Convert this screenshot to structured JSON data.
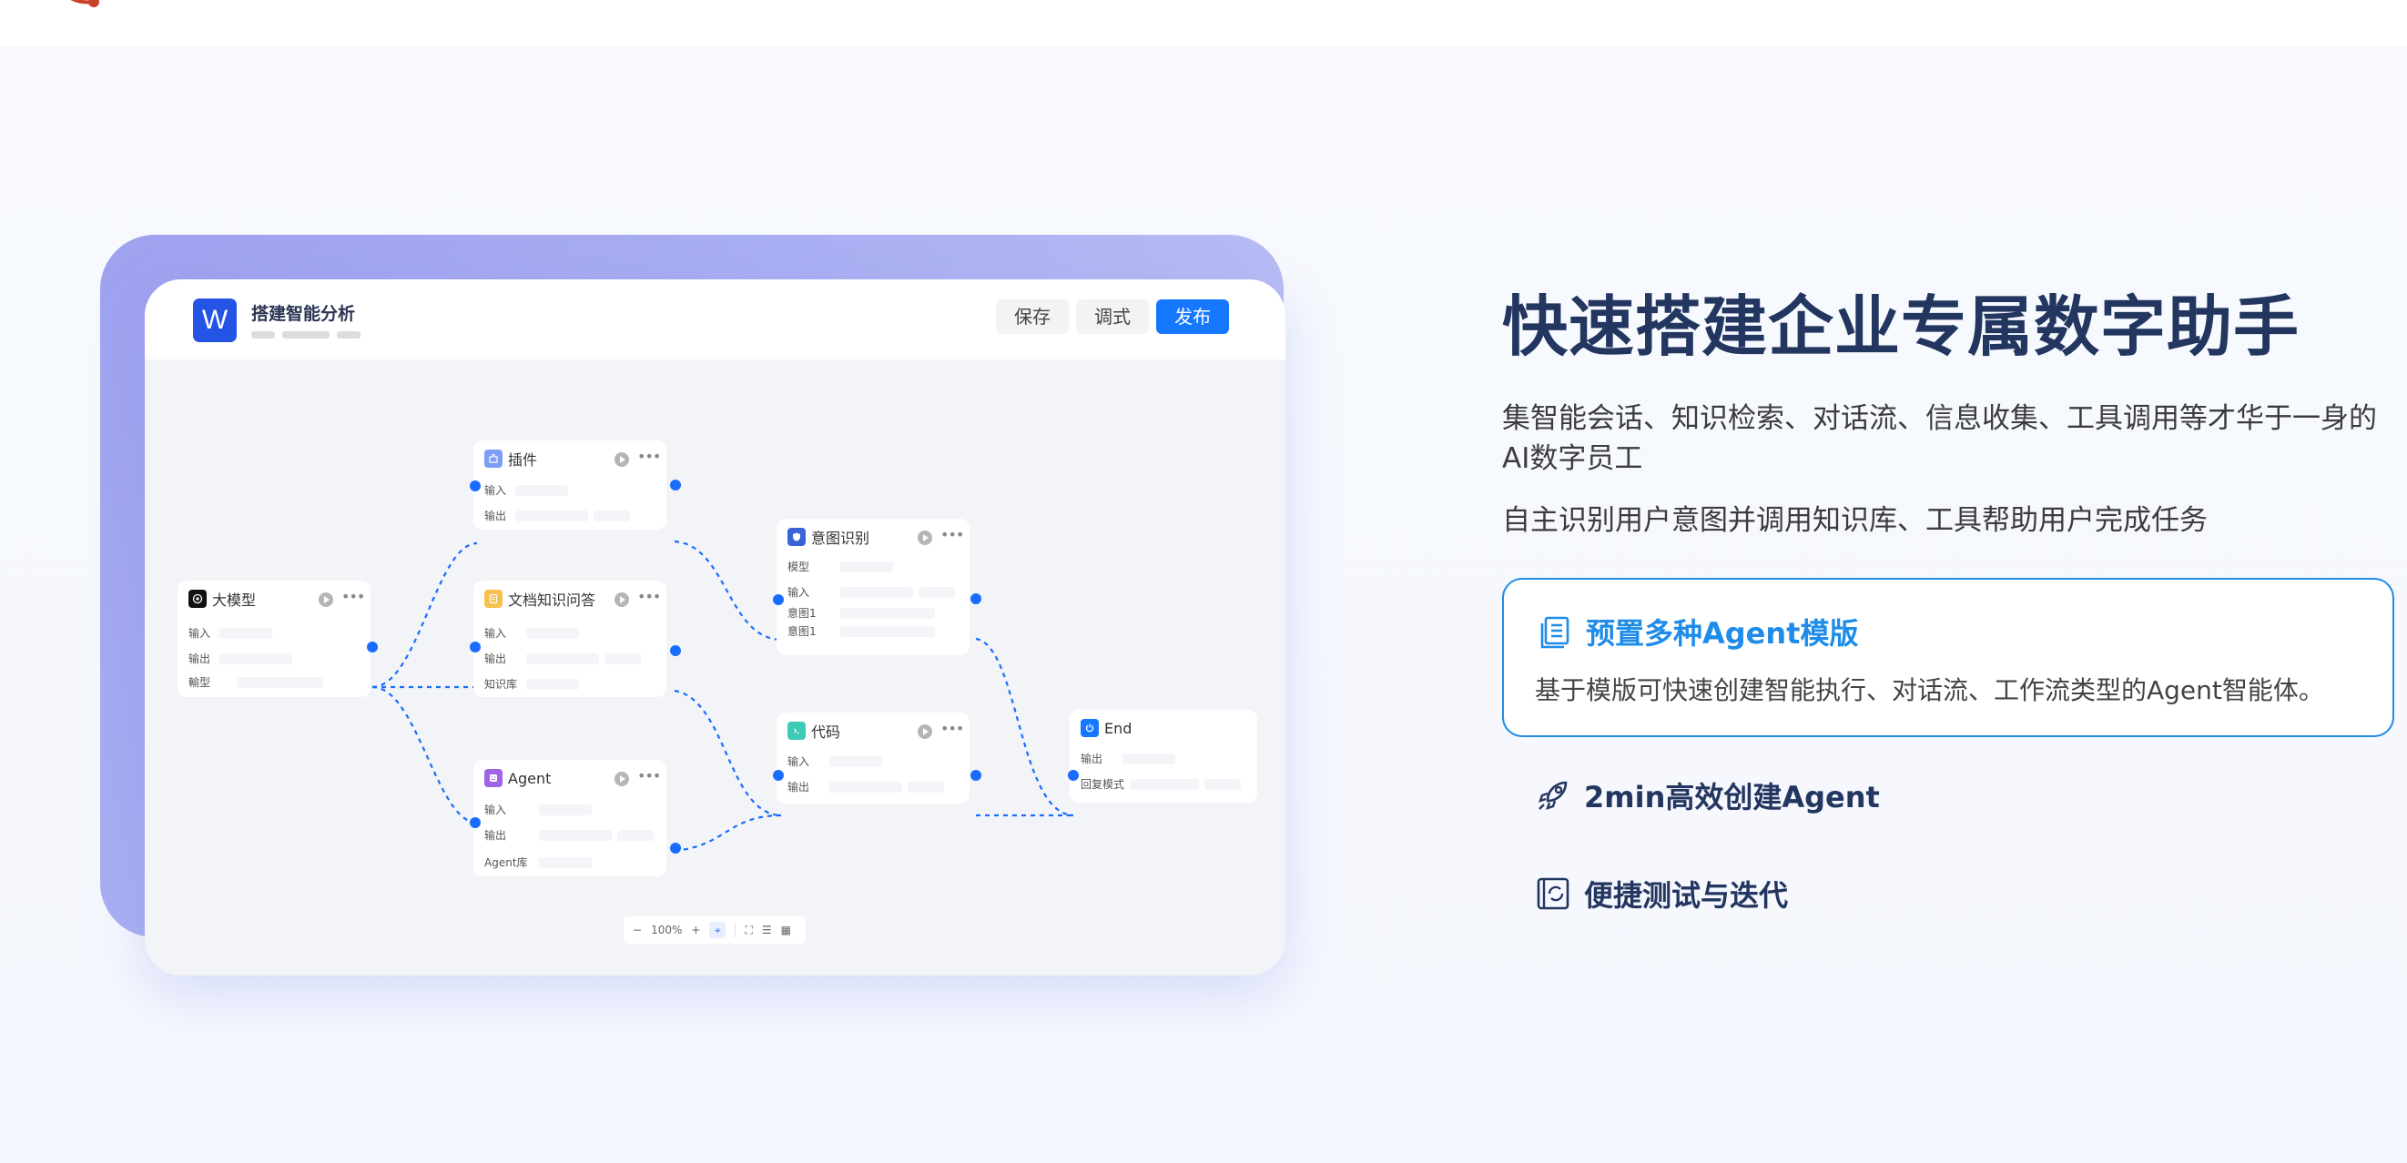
{
  "mockup": {
    "app_logo_letter": "W",
    "app_title": "搭建智能分析",
    "buttons": {
      "save": "保存",
      "debug": "调式",
      "publish": "发布"
    },
    "nodes": {
      "llm": {
        "title": "大模型",
        "rows": [
          "输入",
          "输出",
          "輸型"
        ]
      },
      "plugin": {
        "title": "插件",
        "rows": [
          "输入",
          "输出"
        ]
      },
      "doc_qa": {
        "title": "文档知识问答",
        "rows": [
          "输入",
          "输出",
          "知识库"
        ]
      },
      "agent": {
        "title": "Agent",
        "rows": [
          "输入",
          "输出",
          "Agent库"
        ]
      },
      "intent": {
        "title": "意图识别",
        "rows": [
          "模型",
          "输入",
          "意图1",
          "意图1"
        ]
      },
      "code": {
        "title": "代码",
        "rows": [
          "输入",
          "输出"
        ]
      },
      "end": {
        "title": "End",
        "rows": [
          "输出",
          "回复模式"
        ]
      }
    },
    "zoom_level": "100%",
    "more_glyph": "•••"
  },
  "hero": {
    "title": "快速搭建企业专属数字助手",
    "desc1": "集智能会话、知识检索、对话流、信息收集、工具调用等才华于一身的AI数字员工",
    "desc2": "自主识别用户意图并调用知识库、工具帮助用户完成任务"
  },
  "features": [
    {
      "title": "预置多种Agent模版",
      "desc": "基于模版可快速创建智能执行、对话流、工作流类型的Agent智能体。",
      "icon": "document-list-icon",
      "active": true
    },
    {
      "title": "2min高效创建Agent",
      "icon": "rocket-icon",
      "active": false
    },
    {
      "title": "便捷测试与迭代",
      "icon": "refresh-window-icon",
      "active": false
    }
  ],
  "colors": {
    "accent": "#1677ff",
    "heading": "#23365f",
    "feature_active": "#1e8ce8",
    "backdrop": "#a4a8f0"
  }
}
